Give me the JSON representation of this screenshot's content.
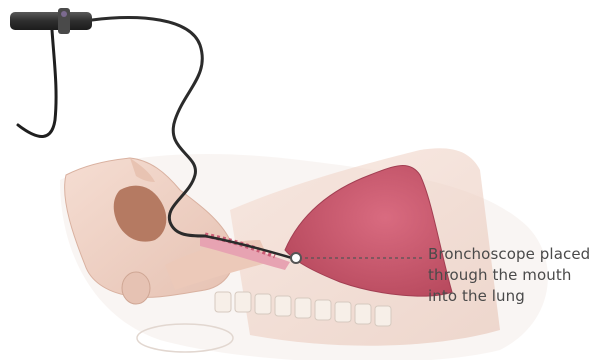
{
  "callout": {
    "lines": [
      "Bronchoscope placed",
      "through the mouth",
      "into the lung"
    ]
  },
  "colors": {
    "lung": "#c8566b",
    "trachea": "#d98a9a",
    "skin": "#f1d3c6",
    "nasal_cavity": "#b57a62",
    "scope_body": "#3a3a3a",
    "cable": "#2b2b2b",
    "callout_line": "#555555",
    "text": "#4a4a4a"
  }
}
